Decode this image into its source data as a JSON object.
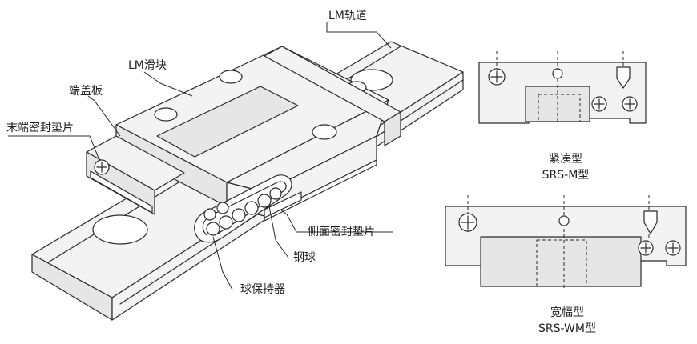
{
  "labels": {
    "lm_rail": "LM轨道",
    "lm_block": "LM滑块",
    "end_plate": "端盖板",
    "end_seal": "末端密封垫片",
    "side_seal": "侧面密封垫片",
    "steel_ball": "钢球",
    "ball_retainer": "球保持器"
  },
  "types": {
    "compact": {
      "name": "紧凑型",
      "model": "SRS-M型"
    },
    "wide": {
      "name": "宽幅型",
      "model": "SRS-WM型"
    }
  }
}
